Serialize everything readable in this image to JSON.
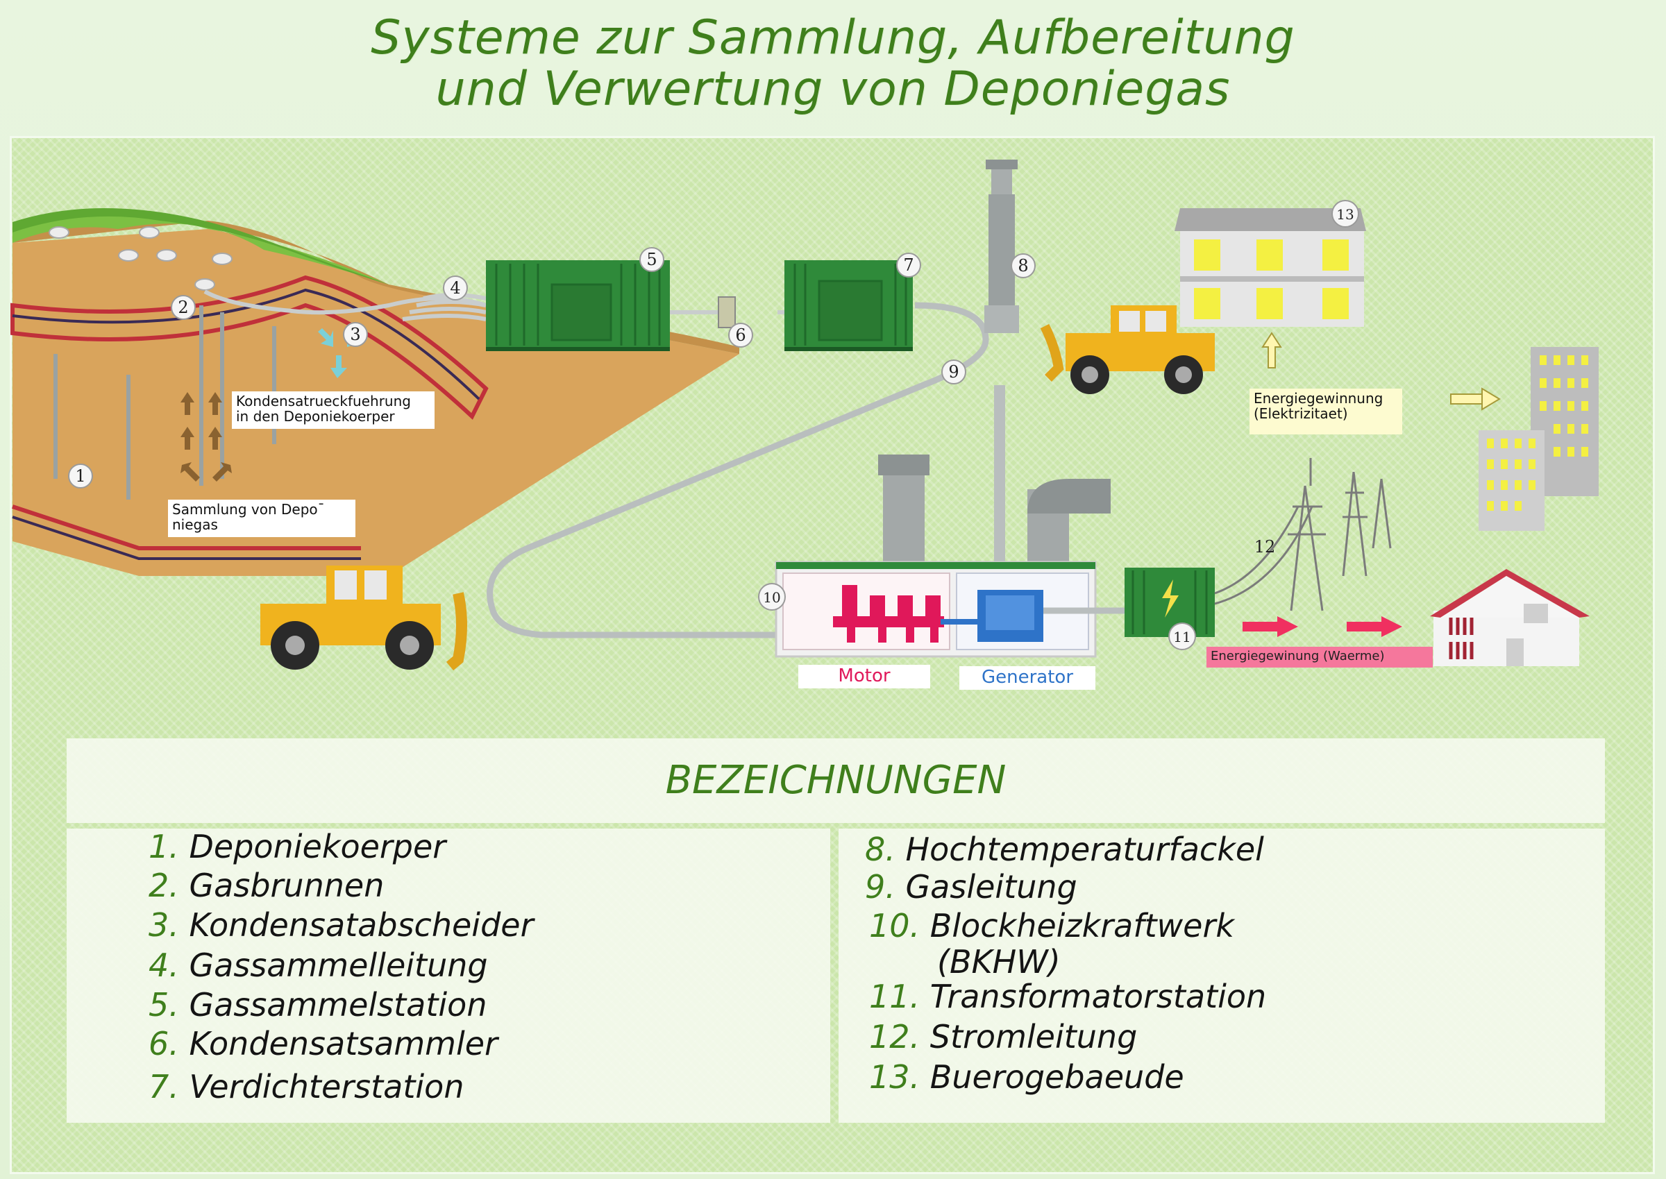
{
  "title": {
    "line1": "Systeme zur Sammlung, Aufbereitung",
    "line2": "und Verwertung von Deponiegas"
  },
  "diagram": {
    "markers": [
      "1",
      "2",
      "3",
      "4",
      "5",
      "6",
      "7",
      "8",
      "9",
      "10",
      "11",
      "12",
      "13"
    ],
    "callouts": {
      "condensate_return": "Kondensatrueckfuehrung\nin den Deponiekoerper",
      "gas_collection": "Sammlung von Depo¯\nniegas",
      "energy_electricity": "Energiegewinnung\n(Elektrizitaet)",
      "energy_heat": "Energiegewinung (Waerme)"
    },
    "component_labels": {
      "motor": "Motor",
      "generator": "Generator"
    },
    "colors": {
      "motor": "#e0185a",
      "generator": "#2e73c8",
      "container": "#2f8a3a",
      "landfill": "#d9a45c",
      "pipe": "#bfc4c4"
    }
  },
  "legend": {
    "heading": "BEZEICHNUNGEN",
    "left": [
      {
        "num": "1.",
        "text": "Deponiekoerper"
      },
      {
        "num": "2.",
        "text": "Gasbrunnen"
      },
      {
        "num": "3.",
        "text": "Kondensatabscheider"
      },
      {
        "num": "4.",
        "text": "Gassammelleitung"
      },
      {
        "num": "5.",
        "text": "Gassammelstation"
      },
      {
        "num": "6.",
        "text": "Kondensatsammler"
      },
      {
        "num": "7.",
        "text": "Verdichterstation"
      }
    ],
    "right": [
      {
        "num": "8.",
        "text": "Hochtemperaturfackel"
      },
      {
        "num": "9.",
        "text": "Gasleitung"
      },
      {
        "num": "10.",
        "text": "Blockheizkraftwerk",
        "cont": "(BKHW)"
      },
      {
        "num": "11.",
        "text": "Transformatorstation"
      },
      {
        "num": "12.",
        "text": "Stromleitung"
      },
      {
        "num": "13.",
        "text": "Buerogebaeude"
      }
    ]
  }
}
